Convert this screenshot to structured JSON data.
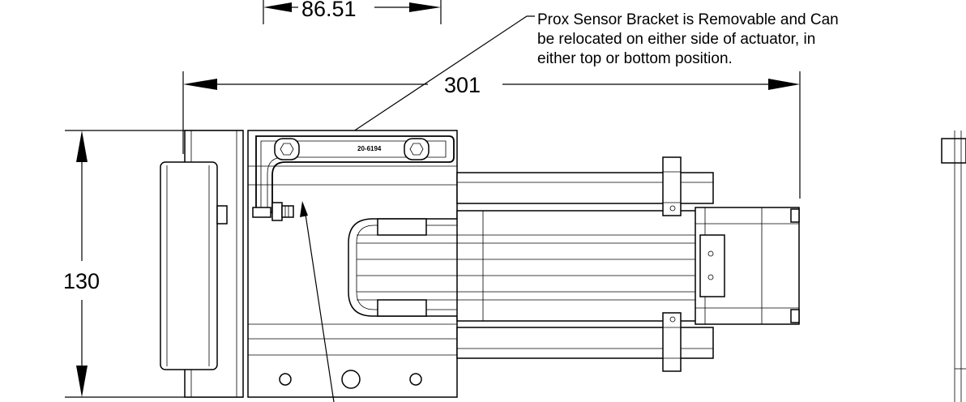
{
  "dimensions": {
    "top_width": "86.51",
    "overall_length": "301",
    "height": "130"
  },
  "callout": {
    "line1": "Prox Sensor Bracket is Removable and Can",
    "line2": "be relocated on either side of actuator, in",
    "line3": "either top or bottom position."
  },
  "bracket_part_number": "20-6194"
}
